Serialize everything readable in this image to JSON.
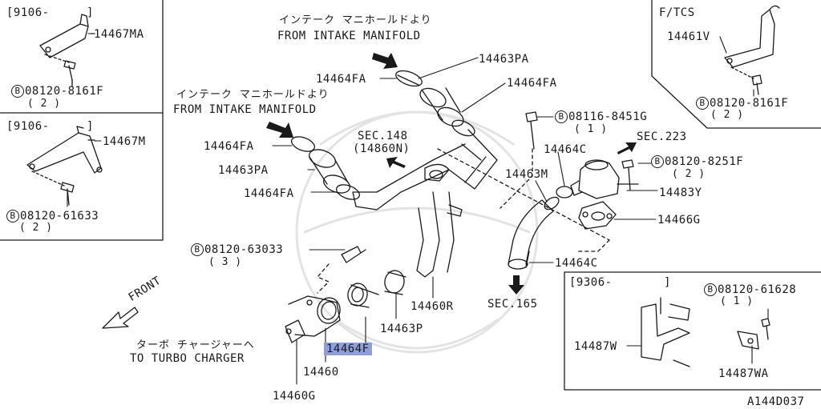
{
  "diagram_code": "A144D037",
  "labels": {
    "top_left_date": "[9106-",
    "top_left_bracket_end": "]",
    "p14467MA": "14467MA",
    "bolt_top_left": "08120-8161F",
    "bolt_top_left_qty": "( 2 )",
    "mid_left_date": "[9106-",
    "mid_left_bracket_end": "]",
    "p14467M": "14467M",
    "bolt_mid_left": "08120-61633",
    "bolt_mid_left_qty": "( 2 )",
    "jp_intake_top": "インテーク  マニホールドより",
    "from_intake_top": "FROM INTAKE MANIFOLD",
    "jp_intake_left": "インテーク  マニホールドより",
    "from_intake_left": "FROM INTAKE MANIFOLD",
    "p14463PA_top": "14463PA",
    "p14464FA_left_top": "14464FA",
    "p14464FA_right_top": "14464FA",
    "p14464FA_mid": "14464FA",
    "p14463PA_mid": "14463PA",
    "p14464FA_low": "14464FA",
    "sec148": "SEC.148",
    "sec148_part": "(14860N)",
    "bolt_08116": "08116-8451G",
    "bolt_08116_qty": "( 1 )",
    "p14464C_top": "14464C",
    "sec223": "SEC.223",
    "bolt_8251": "08120-8251F",
    "bolt_8251_qty": "( 2 )",
    "p14463M": "14463M",
    "p14483Y": "14483Y",
    "p14466G": "14466G",
    "bolt_63033": "08120-63033",
    "bolt_63033_qty": "( 3 )",
    "p14464C_low": "14464C",
    "p14460R": "14460R",
    "sec165": "SEC.165",
    "p14463P": "14463P",
    "p14464F": "14464F",
    "p14460": "14460",
    "p14460G": "14460G",
    "front": "FRONT",
    "jp_turbo": "ターボ  チャージャーへ",
    "to_turbo": "TO TURBO CHARGER",
    "ftcs": "F/TCS",
    "p14461V": "14461V",
    "bolt_ftcs": "08120-8161F",
    "bolt_ftcs_qty": "( 2 )",
    "br_date": "[9306-",
    "br_bracket_end": "]",
    "bolt_61628": "08120-61628",
    "bolt_61628_qty": "( 1 )",
    "p14487W": "14487W",
    "p14487WA": "14487WA",
    "b_mark": "B"
  }
}
